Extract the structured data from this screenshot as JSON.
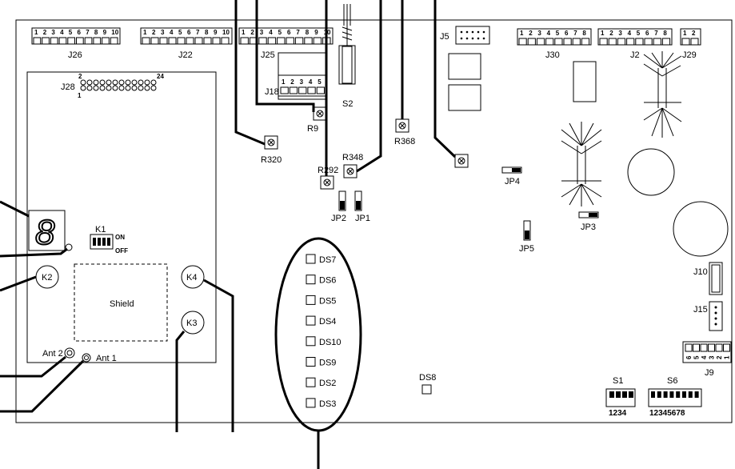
{
  "connectors": {
    "j26": "J26",
    "j22": "J22",
    "j25": "J25",
    "j18": "J18",
    "j5": "J5",
    "j30": "J30",
    "j2": "J2",
    "j29": "J29",
    "j28": "J28",
    "j10": "J10",
    "j15": "J15",
    "j9": "J9"
  },
  "pin_sequences": {
    "ten": [
      "1",
      "2",
      "3",
      "4",
      "5",
      "6",
      "7",
      "8",
      "9",
      "10"
    ],
    "eight": [
      "1",
      "2",
      "3",
      "4",
      "5",
      "6",
      "7",
      "8"
    ],
    "five": [
      "1",
      "2",
      "3",
      "4",
      "5"
    ],
    "two": [
      "1",
      "2"
    ],
    "j9": [
      "1",
      "2",
      "3",
      "4",
      "5",
      "6"
    ],
    "j28_start": "2",
    "j28_end": "24",
    "j28_one": "1"
  },
  "switches": {
    "s2": "S2",
    "s1": "S1",
    "s6": "S6",
    "k1": "K1",
    "k1_on": "ON",
    "k1_off": "OFF",
    "s1_pins": "1234",
    "s6_pins": "12345678"
  },
  "potentiometers": {
    "r9": "R9",
    "r320": "R320",
    "r292": "R292",
    "r348": "R348",
    "r368": "R368"
  },
  "jumpers": {
    "jp1": "JP1",
    "jp2": "JP2",
    "jp3": "JP3",
    "jp4": "JP4",
    "jp5": "JP5"
  },
  "leds": [
    "DS7",
    "DS6",
    "DS5",
    "DS4",
    "DS10",
    "DS9",
    "DS2",
    "DS3"
  ],
  "led_ds8": "DS8",
  "buttons": {
    "k2": "K2",
    "k3": "K3",
    "k4": "K4"
  },
  "shield_label": "Shield",
  "antennas": {
    "ant1": "Ant 1",
    "ant2": "Ant 2"
  },
  "display_digit": "8"
}
